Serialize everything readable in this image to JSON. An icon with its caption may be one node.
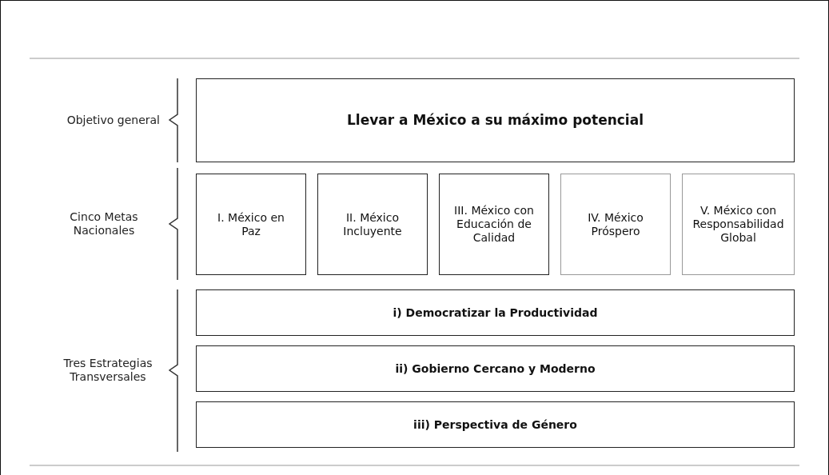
{
  "diagram": {
    "nodes": [
      {
        "text": [
          "Llevar a México a su máximo potencial"
        ]
      },
      {
        "text": [
          "I. México en Paz"
        ]
      },
      {
        "text": [
          "II. México Incluyente"
        ]
      },
      {
        "text": [
          "III. México con Educación de Calidad"
        ]
      },
      {
        "text": [
          "IV. México Próspero"
        ]
      },
      {
        "text": [
          "V. México con Responsabilidad Global"
        ]
      },
      {
        "text": [
          "i) Democratizar la Productividad"
        ]
      },
      {
        "text": [
          "ii) Gobierno Cercano y Moderno"
        ]
      },
      {
        "text": [
          "iii) Perspectiva de Género"
        ]
      }
    ],
    "labels": [
      "Objetivo general",
      "Cinco Metas Nacionales",
      "Tres Estrategias Transversales"
    ]
  }
}
